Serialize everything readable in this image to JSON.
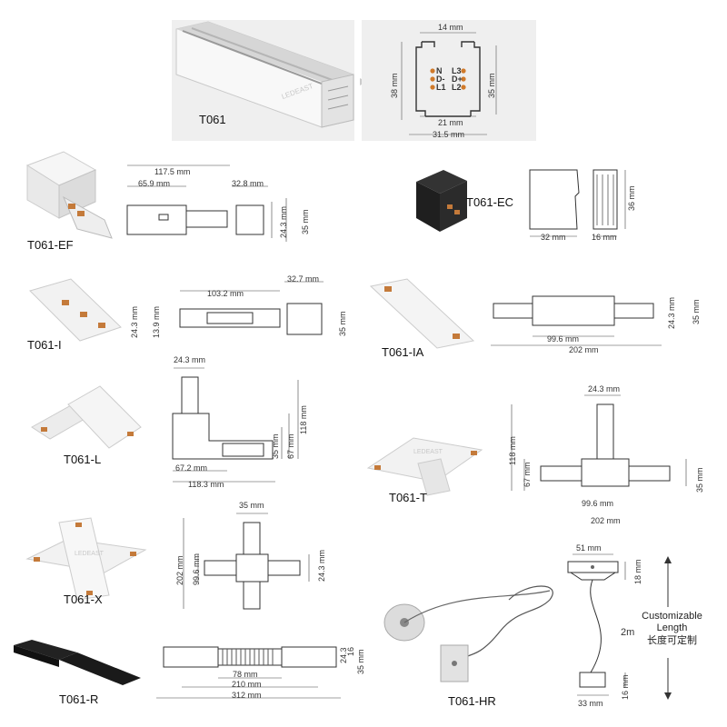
{
  "header": {
    "product_label": "T061",
    "brand_watermark": "LEDEAST",
    "profile_dims": {
      "top": "14 mm",
      "height_left": "38 mm",
      "height_right": "35 mm",
      "inner": "21 mm",
      "bottom": "31.5 mm"
    },
    "wires_left": [
      "N",
      "D-",
      "L1"
    ],
    "wires_right": [
      "L3",
      "D+",
      "L2"
    ]
  },
  "parts": {
    "ef": {
      "label": "T061-EF",
      "dims": [
        "117.5 mm",
        "65.9 mm",
        "32.8 mm",
        "24.3 mm",
        "35 mm"
      ]
    },
    "ec": {
      "label": "T061-EC",
      "dims": [
        "32 mm",
        "16 mm",
        "36 mm"
      ]
    },
    "i": {
      "label": "T061-I",
      "dims": [
        "103.2 mm",
        "32.7 mm",
        "24.3 mm",
        "13.9 mm",
        "35 mm"
      ]
    },
    "ia": {
      "label": "T061-IA",
      "dims": [
        "99.6 mm",
        "202 mm",
        "24.3 mm",
        "35 mm"
      ]
    },
    "l": {
      "label": "T061-L",
      "dims": [
        "24.3 mm",
        "67.2 mm",
        "118.3 mm",
        "35 mm",
        "67 mm",
        "118 mm"
      ]
    },
    "t": {
      "label": "T061-T",
      "dims": [
        "24.3 mm",
        "118 mm",
        "67 mm",
        "99.6 mm",
        "202 mm",
        "35 mm"
      ]
    },
    "x": {
      "label": "T061-X",
      "dims": [
        "35 mm",
        "202 mm",
        "99.6 mm",
        "24.3 mm"
      ]
    },
    "r": {
      "label": "T061-R",
      "dims": [
        "78 mm",
        "210 mm",
        "312 mm",
        "24.3",
        "16",
        "35 mm"
      ]
    },
    "hr": {
      "label": "T061-HR",
      "dims": [
        "51 mm",
        "18 mm",
        "2m",
        "33 mm",
        "16 mm"
      ],
      "note_en": "Customizable Length",
      "note_zh": "长度可定制"
    }
  }
}
